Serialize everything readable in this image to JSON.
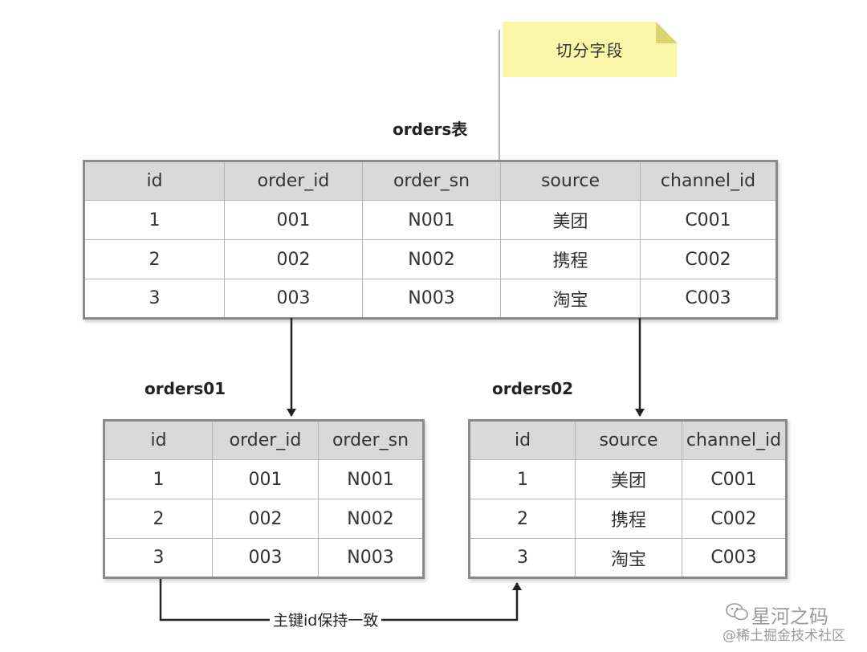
{
  "note": {
    "text": "切分字段"
  },
  "main_table": {
    "title": "orders表",
    "columns": [
      "id",
      "order_id",
      "order_sn",
      "source",
      "channel_id"
    ],
    "rows": [
      [
        "1",
        "001",
        "N001",
        "美团",
        "C001"
      ],
      [
        "2",
        "002",
        "N002",
        "携程",
        "C002"
      ],
      [
        "3",
        "003",
        "N003",
        "淘宝",
        "C003"
      ]
    ]
  },
  "table_a": {
    "title": "orders01",
    "columns": [
      "id",
      "order_id",
      "order_sn"
    ],
    "rows": [
      [
        "1",
        "001",
        "N001"
      ],
      [
        "2",
        "002",
        "N002"
      ],
      [
        "3",
        "003",
        "N003"
      ]
    ]
  },
  "table_b": {
    "title": "orders02",
    "columns": [
      "id",
      "source",
      "channel_id"
    ],
    "rows": [
      [
        "1",
        "美团",
        "C001"
      ],
      [
        "2",
        "携程",
        "C002"
      ],
      [
        "3",
        "淘宝",
        "C003"
      ]
    ]
  },
  "link_label": "主键id保持一致",
  "watermark": {
    "name": "星河之码",
    "sub": "@稀土掘金技术社区"
  },
  "colors": {
    "note": "#fbf7a9",
    "header_bg": "#d9d9d9",
    "border": "#8a8a8a",
    "arrow": "#222222"
  }
}
